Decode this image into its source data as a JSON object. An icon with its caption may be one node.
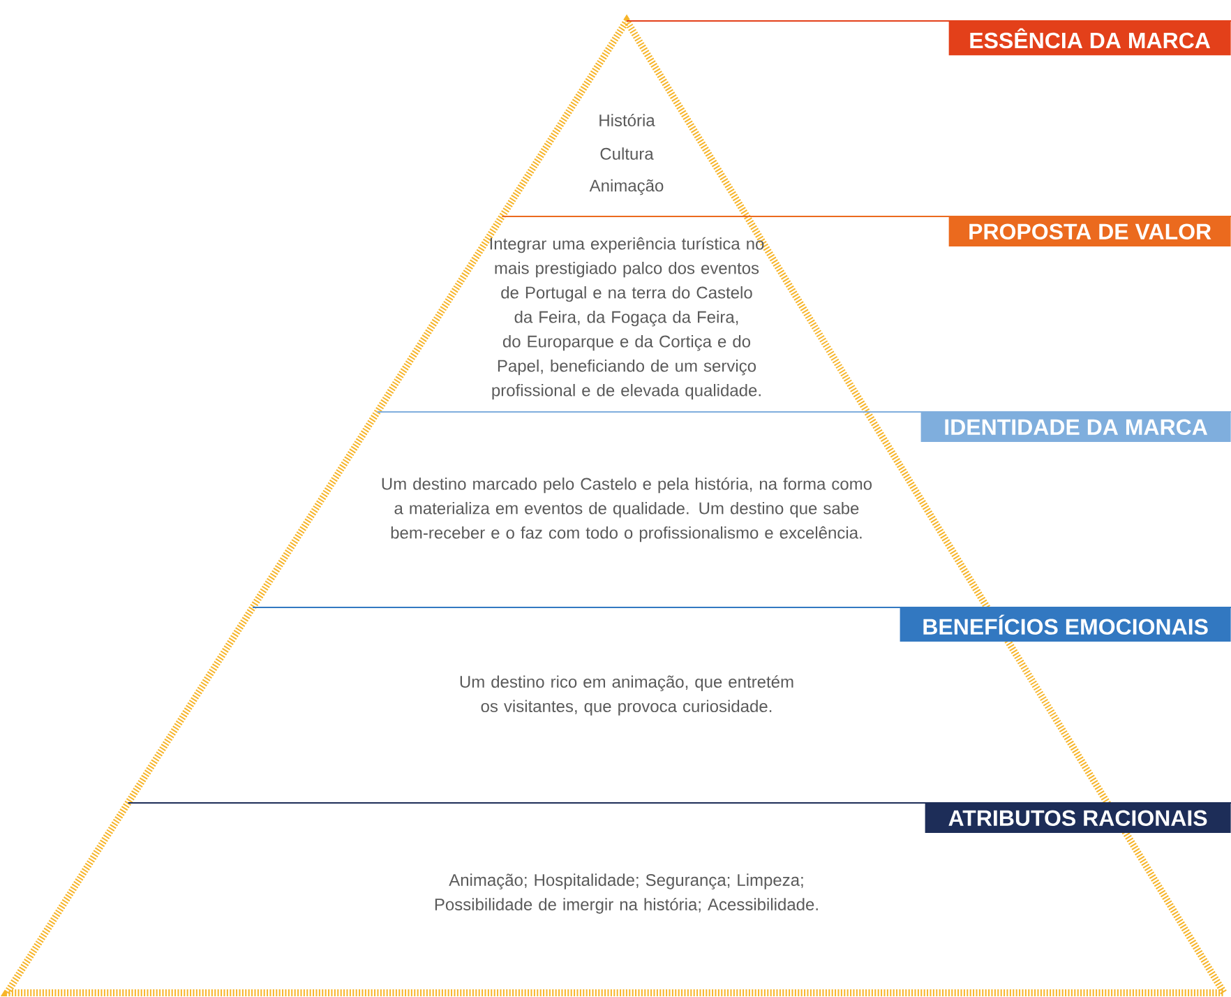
{
  "diagram": {
    "nodes": [
      {
        "text": [
          "ESSÊNCIA DA MARCA",
          "História",
          "Cultura",
          "Animação"
        ]
      },
      {
        "text": [
          "PROPOSTA DE VALOR",
          "Integrar uma experiência turística no mais prestigiado palco dos eventos de Portugal e na terra do Castelo da Feira, da Fogaça da Feira, do Europarque e da Cortiça e do Papel, beneficiando de um serviço profissional e de elevada qualidade."
        ]
      },
      {
        "text": [
          "IDENTIDADE DA MARCA",
          "Um destino marcado pelo Castelo e pela história, na forma como a materializa em eventos de qualidade. Um destino que sabe bem-receber e o faz com todo o profissionalismo e excelência."
        ]
      },
      {
        "text": [
          "BENEFÍCIOS EMOCIONAIS",
          "Um destino rico em animação, que entretém os visitantes, que provoca curiosidade."
        ]
      },
      {
        "text": [
          "ATRIBUTOS RACIONAIS",
          "Animação; Hospitalidade; Segurança; Limpeza; Possibilidade de imergir na história; Acessibilidade."
        ]
      }
    ]
  }
}
